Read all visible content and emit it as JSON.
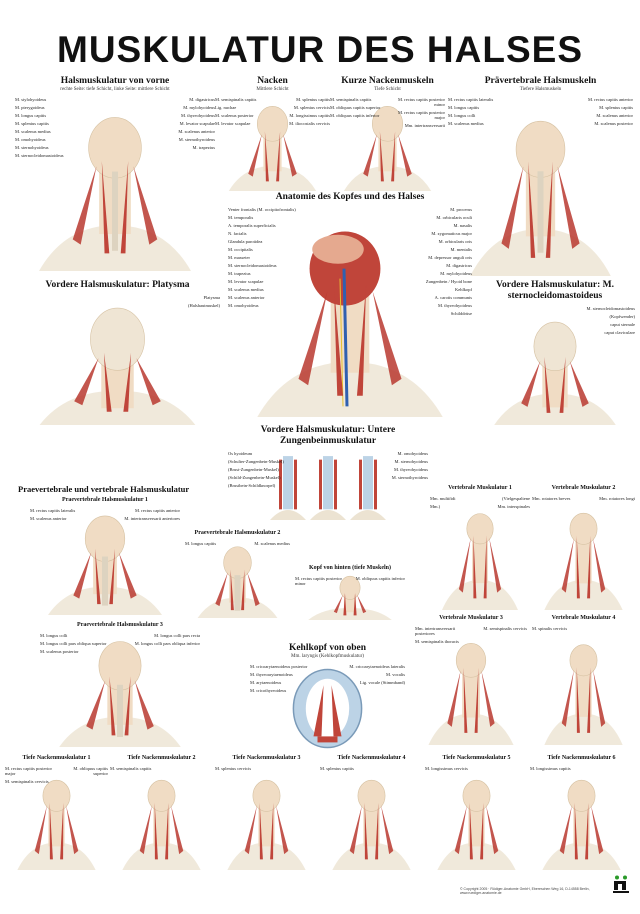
{
  "title": "MUSKULATUR DES HALSES",
  "colors": {
    "muscle": "#c0453a",
    "skin": "#f0dcc4",
    "bone": "#ece3d2",
    "cartilage": "#bcd3e6",
    "logo": "#2a9a2a"
  },
  "panels": {
    "vorne": {
      "title": "Halsmuskulatur von vorne",
      "subtitle": "rechte Seite: tiefe Schicht, linke Seite: mittlere Schicht",
      "labels": [
        "M. stylohyoideus",
        "M. digastricus",
        "M. pterygoideus",
        "M. mylohyoideus",
        "M. longus capitis",
        "M. thyreohyoideus",
        "M. splenius capitis",
        "M. levator scapulae",
        "M. scalenus medius",
        "M. scalenus anterior",
        "M. omohyoideus",
        "M. sternothyroideus",
        "M. sternohyoideus",
        "M. trapezius",
        "M. sternocleidomastoideus"
      ]
    },
    "nacken": {
      "title": "Nacken",
      "subtitle": "Mittlere Schicht",
      "labels": [
        "M. semispinalis capitis",
        "M. splenius capitis",
        "Lig. nuchae",
        "M. splenius cervicis",
        "M. scalenus posterior",
        "M. longissimus capitis",
        "M. levator scapulae",
        "M. iliocostalis cervicis"
      ]
    },
    "kurze": {
      "title": "Kurze Nackenmuskeln",
      "subtitle": "Tiefe Schicht",
      "labels": [
        "M. semispinalis capitis",
        "M. rectus capitis posterior minor",
        "M. obliquus capitis superior",
        "M. rectus capitis posterior major",
        "M. obliquus capitis inferior",
        "Mm. intertransversarii"
      ]
    },
    "praevertebral": {
      "title": "Prävertebrale Halsmuskeln",
      "subtitle": "Tiefere Halsmuskeln",
      "labels": [
        "M. rectus capitis lateralis",
        "M. rectus capitis anterior",
        "M. longus capitis",
        "M. splenius capitis",
        "M. longus colli",
        "M. scalenus anterior",
        "M. scalenus medius",
        "M. scalenus posterior"
      ]
    },
    "anatomie": {
      "title": "Anatomie des Kopfes und des Halses",
      "labels_left": [
        "Venter frontalis (M. occipitofrontalis)",
        "M. temporalis",
        "A. temporalis superficialis",
        "N. facialis",
        "Glandula parotidea",
        "M. occipitalis",
        "M. masseter",
        "M. sternocleidomastoideus",
        "M. trapezius",
        "M. levator scapulae",
        "M. scalenus medius",
        "M. scalenus anterior",
        "M. omohyoideus"
      ],
      "labels_right": [
        "M. procerus",
        "M. orbicularis oculi",
        "M. nasalis",
        "M. zygomaticus major",
        "M. orbicularis oris",
        "M. mentalis",
        "M. depressor anguli oris",
        "M. digastricus",
        "M. mylohyoideus",
        "Zungenbein / Hyoid bone",
        "Kehlkopf",
        "A. carotis communis",
        "M. thyreohyoideus",
        "Schilddrüse"
      ]
    },
    "platysma": {
      "title": "Vordere Halsmuskulatur: Platysma",
      "labels": [
        "Platysma",
        "(Halshautmuskel)"
      ]
    },
    "scm": {
      "title": "Vordere Halsmuskulatur: M. sternocleidomastoideus",
      "labels": [
        "M. sternocleidomastoideus",
        "(Kopfwender)",
        "caput sternale",
        "caput claviculare"
      ]
    },
    "zungenbein": {
      "title": "Vordere Halsmuskulatur: Untere Zungenbeinmuskulatur",
      "labels": [
        "Os hyoideum",
        "M. omohyoideus",
        "(Schulter-Zungenbein-Muskel)",
        "M. sternohyoideus",
        "(Brust-Zungenbein-Muskel)",
        "M. thyreohyoideus",
        "(Schild-Zungenbein-Muskel)",
        "M. sternothyroideus",
        "(Brustbein-Schildknorpel)"
      ]
    },
    "section_prae_vert": "Praevertebrale und vertebrale Halsmuskulatur",
    "pv1": {
      "title": "Praevertebrale Halsmuskulatur 1",
      "labels": [
        "M. rectus capitis lateralis",
        "M. rectus capitis anterior",
        "M. scalenus anterior",
        "M. intertransversarii anteriores"
      ]
    },
    "pv2": {
      "title": "Praevertebrale Halsmuskulatur 2",
      "labels": [
        "M. longus capitis",
        "M. scalenus medius"
      ]
    },
    "pv3": {
      "title": "Praevertebrale Halsmuskulatur 3",
      "labels": [
        "M. longus colli",
        "M. longus colli pars recta",
        "M. longus colli pars obliqua superior",
        "M. longus colli pars obliqua inferior",
        "M. scalenus posterior"
      ]
    },
    "kopfhinten": {
      "title": "Kopf von hinten (tiefe Muskeln)",
      "labels": [
        "M. rectus capitis posterior minor",
        "M. obliquus capitis inferior"
      ]
    },
    "kehlkopf": {
      "title": "Kehlkopf von oben",
      "subtitle": "Mm. laryngis (Kehlkopfmuskulatur)",
      "labels": [
        "M. cricoarytaenoideus posterior",
        "M. cricoarytaenoideus lateralis",
        "M. thyreoarytaenoideus",
        "M. vocalis",
        "M. arytaenoideus",
        "Lig. vocale (Stimmband)",
        "M. cricothyreoideus"
      ]
    },
    "vm1": {
      "title": "Vertebrale Muskulatur 1",
      "labels": [
        "Mm. multifidi",
        "(Vielgespaltene",
        "Mm.)",
        "Mm. interspinales"
      ]
    },
    "vm2": {
      "title": "Vertebrale Muskulatur 2",
      "labels": [
        "Mm. rotatores breves",
        "Mm. rotatores longi"
      ]
    },
    "vm3": {
      "title": "Vertebrale Muskulatur 3",
      "labels": [
        "Mm. intertransversarii posteriores",
        "M. semispinalis cervicis",
        "M. semispinalis thoracis"
      ]
    },
    "vm4": {
      "title": "Vertebrale Muskulatur 4",
      "labels": [
        "M. spinalis cervicis"
      ]
    },
    "tn1": {
      "title": "Tiefe Nackenmuskulatur 1",
      "labels": [
        "M. rectus capitis posterior major",
        "M. obliquus capitis superior",
        "M. semispinalis cervicis"
      ]
    },
    "tn2": {
      "title": "Tiefe Nackenmuskulatur 2",
      "labels": [
        "M. semispinalis capitis"
      ]
    },
    "tn3": {
      "title": "Tiefe Nackenmuskulatur 3",
      "labels": [
        "M. splenius cervicis"
      ]
    },
    "tn4": {
      "title": "Tiefe Nackenmuskulatur 4",
      "labels": [
        "M. splenius capitis"
      ]
    },
    "tn5": {
      "title": "Tiefe Nackenmuskulatur 5",
      "labels": [
        "M. longissimus cervicis"
      ]
    },
    "tn6": {
      "title": "Tiefe Nackenmuskulatur 6",
      "labels": [
        "M. longissimus capitis"
      ]
    }
  },
  "copyright": "© Copyright 2005 · Rüdiger-Anatomie GmbH, Ebereschen Weg 16, D-14558 Berlin, www.ruediger-anatomie.de",
  "logo_text": "rüdiger"
}
